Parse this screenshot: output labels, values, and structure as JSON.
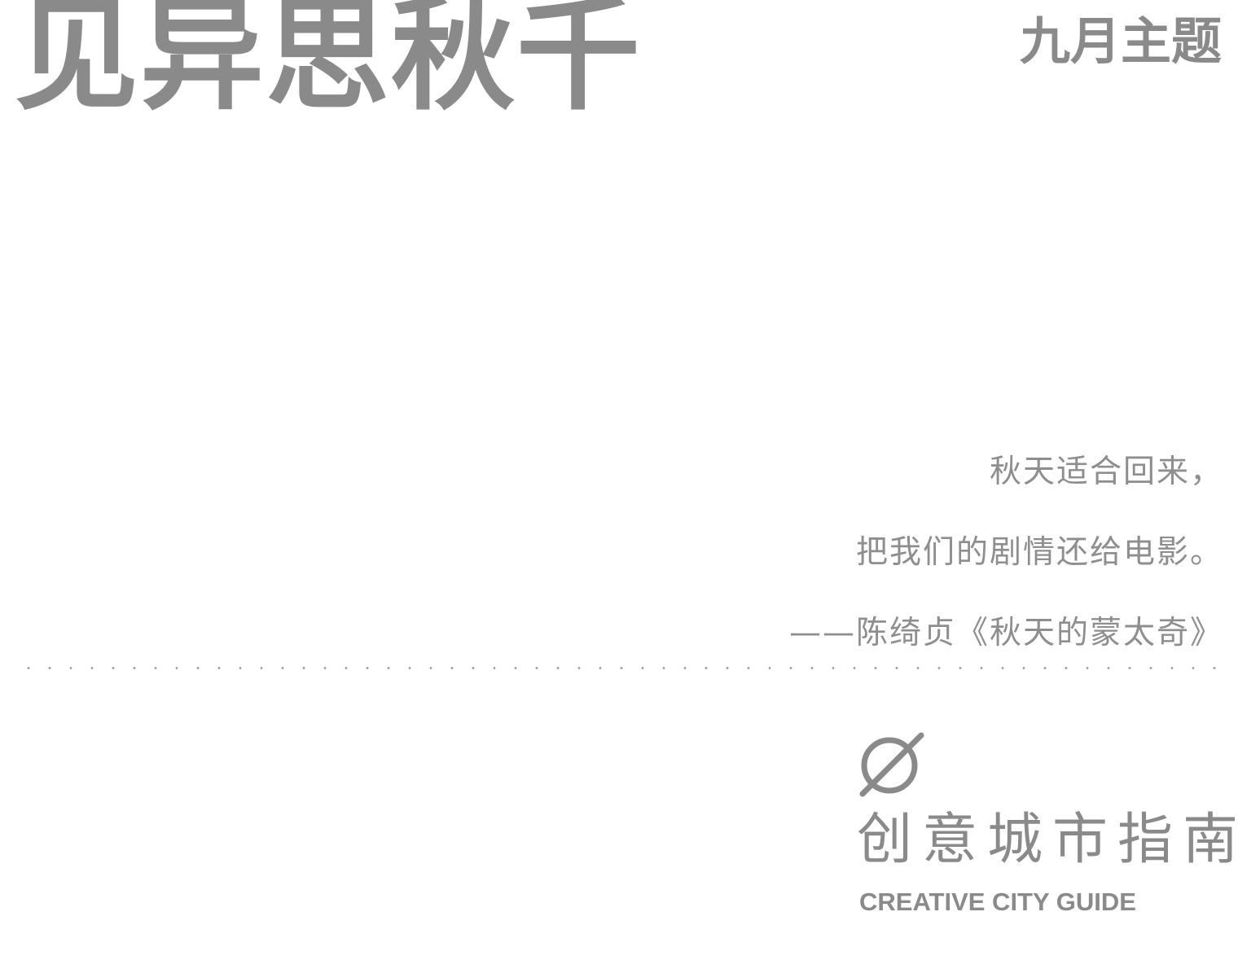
{
  "title": "见异思秋千",
  "theme": "九月主题",
  "quote": {
    "lines": [
      "秋天适合回来，",
      "把我们的剧情还给电影。",
      "——陈绮贞《秋天的蒙太奇》"
    ]
  },
  "brand": {
    "logo_icon": "empty-set-icon",
    "name_cn": "创意城市指南",
    "name_en": "CREATIVE CITY GUIDE"
  },
  "colors": {
    "text": "#8a8a8a",
    "background": "#ffffff"
  }
}
